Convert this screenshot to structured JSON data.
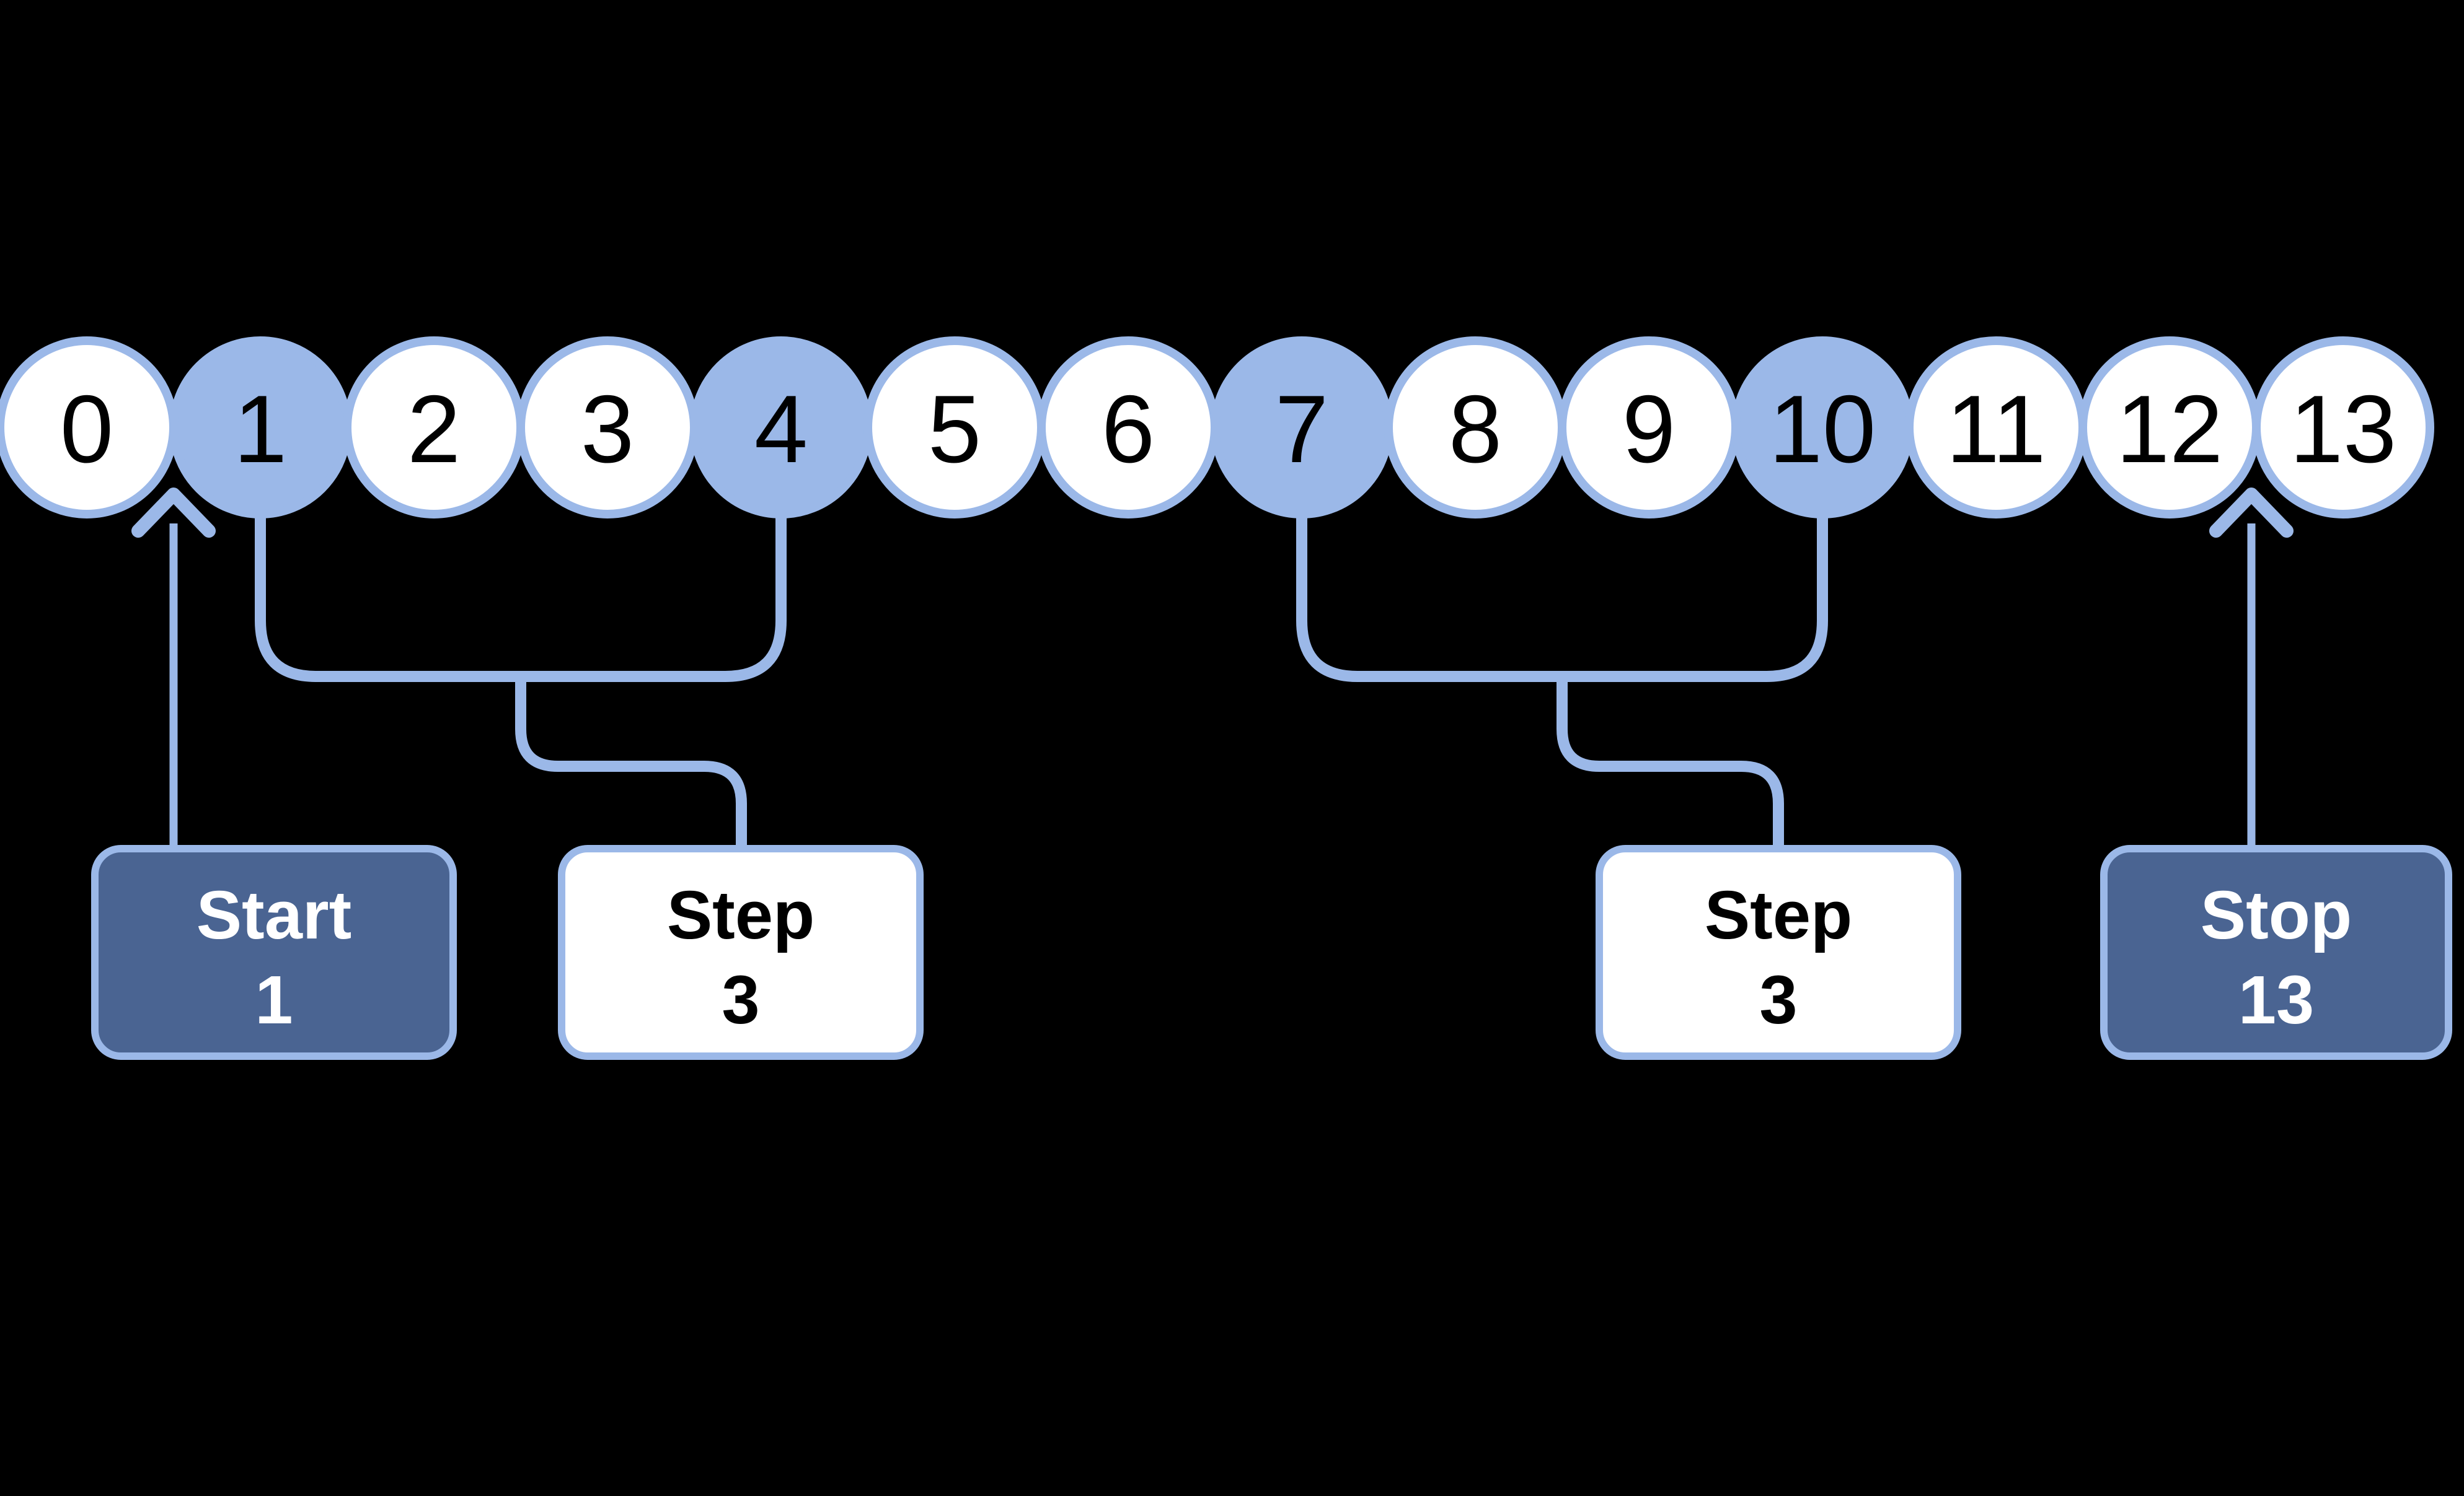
{
  "colors": {
    "accent_light": "#9BB8E8",
    "accent_dark": "#4A6492",
    "bg": "#000000",
    "circle_fill_default": "#FFFFFF",
    "circle_text": "#000000",
    "dark_box_text": "#FFFFFF",
    "light_box_text": "#000000"
  },
  "number_line": {
    "items": [
      {
        "label": "0",
        "highlighted": false
      },
      {
        "label": "1",
        "highlighted": true
      },
      {
        "label": "2",
        "highlighted": false
      },
      {
        "label": "3",
        "highlighted": false
      },
      {
        "label": "4",
        "highlighted": true
      },
      {
        "label": "5",
        "highlighted": false
      },
      {
        "label": "6",
        "highlighted": false
      },
      {
        "label": "7",
        "highlighted": true
      },
      {
        "label": "8",
        "highlighted": false
      },
      {
        "label": "9",
        "highlighted": false
      },
      {
        "label": "10",
        "highlighted": true
      },
      {
        "label": "11",
        "highlighted": false
      },
      {
        "label": "12",
        "highlighted": false
      },
      {
        "label": "13",
        "highlighted": false
      }
    ]
  },
  "labels": {
    "start": {
      "line1": "Start",
      "line2": "1"
    },
    "step_left": {
      "line1": "Step",
      "line2": "3"
    },
    "step_right": {
      "line1": "Step",
      "line2": "3"
    },
    "stop": {
      "line1": "Stop",
      "line2": "13"
    }
  }
}
